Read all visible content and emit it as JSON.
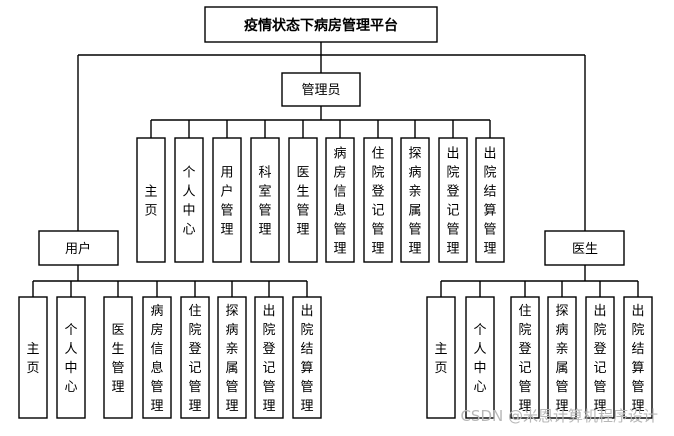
{
  "root": "疫情状态下病房管理平台",
  "roles": {
    "admin": {
      "name": "管理员",
      "modules": [
        "主页",
        "个人中心",
        "用户管理",
        "科室管理",
        "医生管理",
        "病房信息管理",
        "住院登记管理",
        "探病亲属管理",
        "出院登记管理",
        "出院结算管理"
      ]
    },
    "user": {
      "name": "用户",
      "modules": [
        "主页",
        "个人中心",
        "医生管理",
        "病房信息管理",
        "住院登记管理",
        "探病亲属管理",
        "出院登记管理",
        "出院结算管理"
      ]
    },
    "doctor": {
      "name": "医生",
      "modules": [
        "主页",
        "个人中心",
        "住院登记管理",
        "探病亲属管理",
        "出院登记管理",
        "出院结算管理"
      ]
    }
  },
  "watermark": "CSDN @米恩计算机程序设计"
}
